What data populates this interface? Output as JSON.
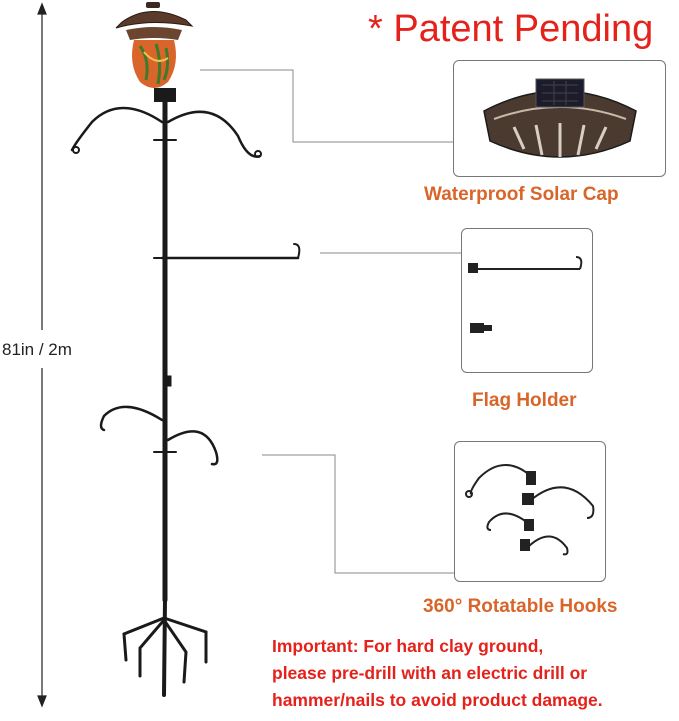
{
  "header": {
    "patent": "* Patent Pending"
  },
  "dimension": {
    "label": "81in / 2m"
  },
  "features": {
    "cap": "Waterproof Solar Cap",
    "flag": "Flag Holder",
    "hooks": "360° Rotatable Hooks"
  },
  "note": {
    "line1": "Important: For hard clay ground,",
    "line2": "please pre-drill with an electric drill or",
    "line3": "hammer/nails to avoid product damage."
  },
  "colors": {
    "accent_red": "#e4221b",
    "label_orange": "#d9652a",
    "pole": "#1a1a1a"
  }
}
